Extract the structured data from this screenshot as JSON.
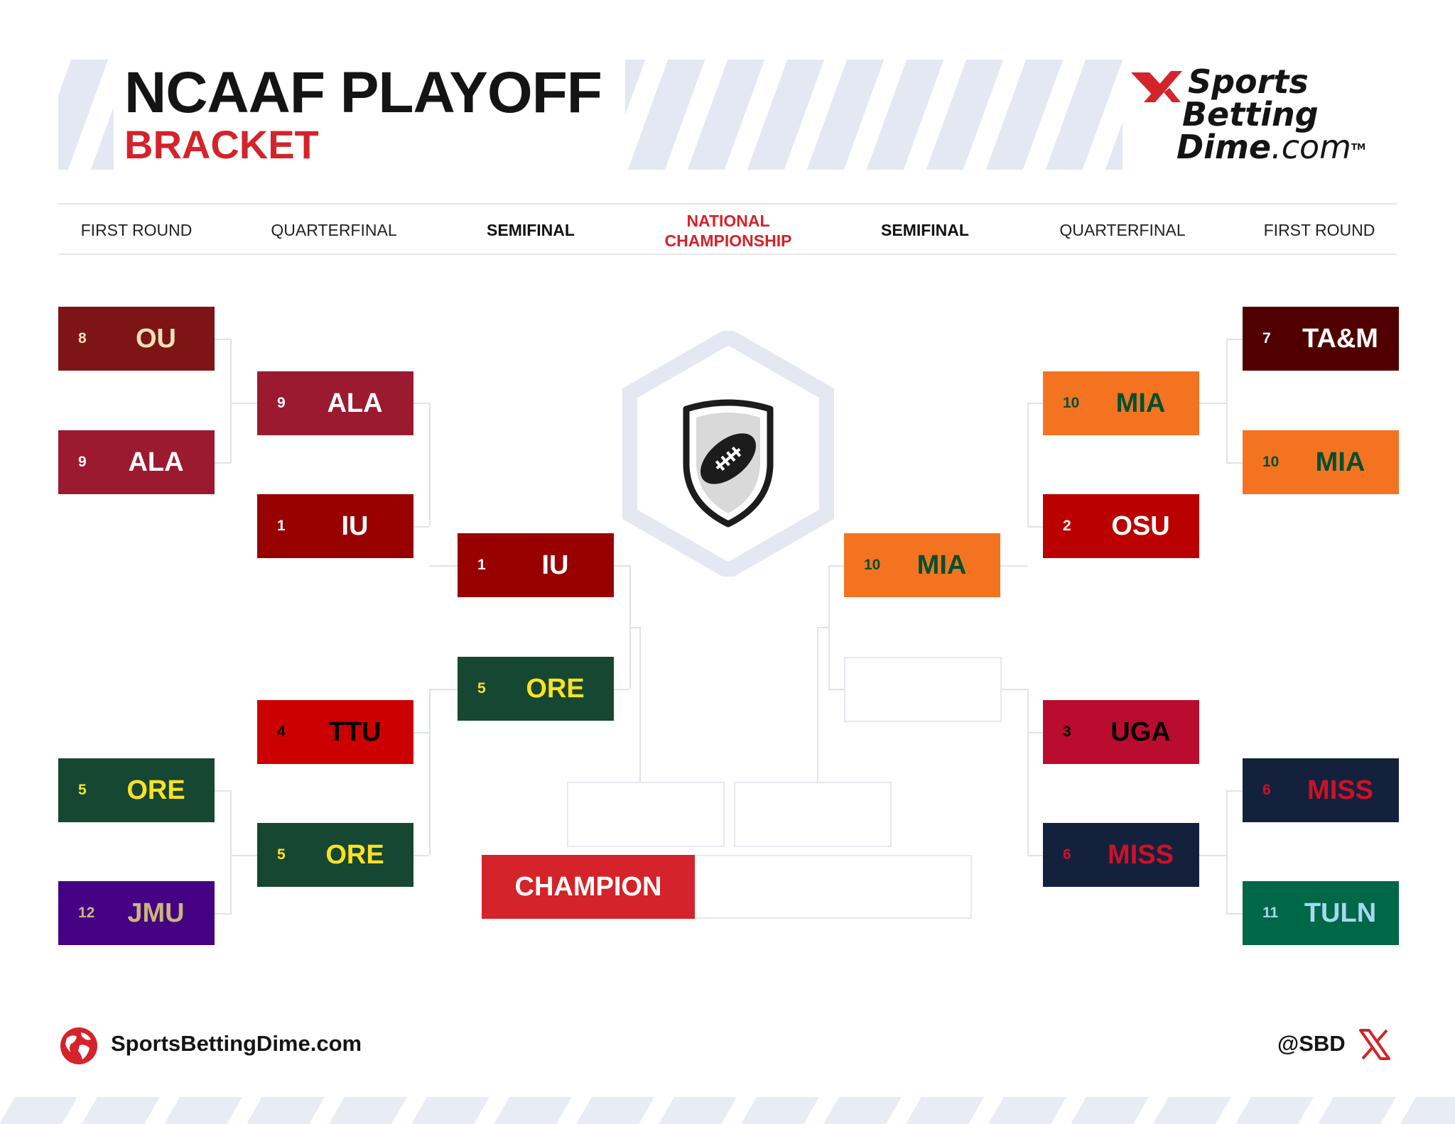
{
  "header": {
    "title_line1": "NCAAF PLAYOFF",
    "title_line2": "BRACKET",
    "logo_line1": "Sports",
    "logo_line2": "Betting",
    "logo_line3": "Dime",
    "logo_suffix": ".com",
    "logo_tm": "TM"
  },
  "rounds": {
    "left_first": "FIRST ROUND",
    "left_quarter": "QUARTERFINAL",
    "left_semi": "SEMIFINAL",
    "final_line1": "NATIONAL",
    "final_line2": "CHAMPIONSHIP",
    "right_semi": "SEMIFINAL",
    "right_quarter": "QUARTERFINAL",
    "right_first": "FIRST ROUND"
  },
  "bracket": {
    "left_first": [
      {
        "seed": "8",
        "team": "OU",
        "bg": "#7e1416",
        "fg": "#f2e3b6"
      },
      {
        "seed": "9",
        "team": "ALA",
        "bg": "#9b1a30",
        "fg": "#ffffff"
      },
      {
        "seed": "5",
        "team": "ORE",
        "bg": "#154733",
        "fg": "#fee123"
      },
      {
        "seed": "12",
        "team": "JMU",
        "bg": "#450084",
        "fg": "#cbb677"
      }
    ],
    "left_quarter": [
      {
        "seed": "9",
        "team": "ALA",
        "bg": "#9b1a30",
        "fg": "#ffffff"
      },
      {
        "seed": "1",
        "team": "IU",
        "bg": "#990000",
        "fg": "#ffffff"
      },
      {
        "seed": "4",
        "team": "TTU",
        "bg": "#cc0000",
        "fg": "#000000"
      },
      {
        "seed": "5",
        "team": "ORE",
        "bg": "#154733",
        "fg": "#fee123"
      }
    ],
    "left_semi": [
      {
        "seed": "1",
        "team": "IU",
        "bg": "#990000",
        "fg": "#ffffff"
      },
      {
        "seed": "5",
        "team": "ORE",
        "bg": "#154733",
        "fg": "#fee123"
      }
    ],
    "right_semi": [
      {
        "seed": "10",
        "team": "MIA",
        "bg": "#f47321",
        "fg": "#005030"
      }
    ],
    "right_quarter": [
      {
        "seed": "10",
        "team": "MIA",
        "bg": "#f47321",
        "fg": "#005030"
      },
      {
        "seed": "2",
        "team": "OSU",
        "bg": "#bb0000",
        "fg": "#ffffff"
      },
      {
        "seed": "3",
        "team": "UGA",
        "bg": "#ba0c2f",
        "fg": "#000000"
      },
      {
        "seed": "6",
        "team": "MISS",
        "bg": "#14213d",
        "fg": "#ce1126"
      }
    ],
    "right_first": [
      {
        "seed": "7",
        "team": "TA&M",
        "bg": "#500000",
        "fg": "#ffffff"
      },
      {
        "seed": "10",
        "team": "MIA",
        "bg": "#f47321",
        "fg": "#005030"
      },
      {
        "seed": "6",
        "team": "MISS",
        "bg": "#14213d",
        "fg": "#ce1126"
      },
      {
        "seed": "11",
        "team": "TULN",
        "bg": "#006747",
        "fg": "#a7d8f0"
      }
    ],
    "champion_label": "CHAMPION"
  },
  "footer": {
    "site": "SportsBettingDime.com",
    "handle": "@SBD"
  },
  "colors": {
    "accent_red": "#d4232a",
    "stripe": "#e3e8f2",
    "connector": "#dfe3ea"
  },
  "icons": {
    "center": "football-shield-icon",
    "footer_left": "globe-icon",
    "footer_right": "x-logo-icon",
    "logo_mark": "sbd-logo-mark"
  }
}
